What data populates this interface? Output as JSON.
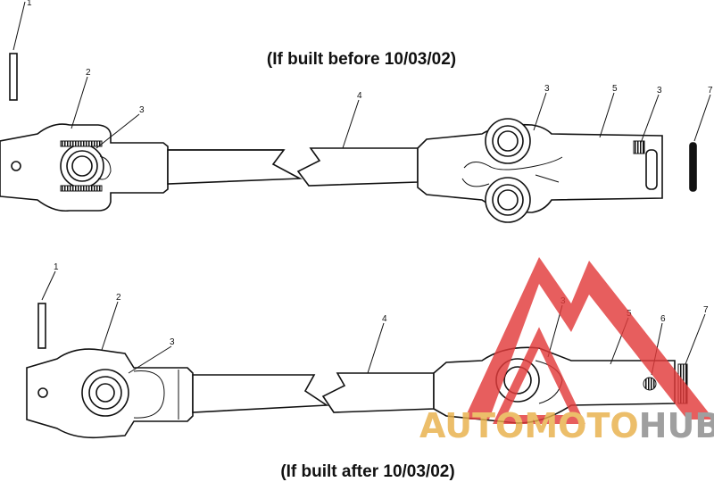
{
  "captions": {
    "top": "(If built before 10/03/02)",
    "bottom": "(If built after 10/03/02)"
  },
  "top_callouts": [
    "1",
    "2",
    "3",
    "4",
    "3",
    "5",
    "3",
    "7"
  ],
  "bottom_callouts": [
    "1",
    "2",
    "3",
    "4",
    "3",
    "5",
    "6",
    "7"
  ],
  "watermark": {
    "part1": "AUTO",
    "part2": "MOTO",
    "part3": "HUB",
    "color_red": "#e23b3b",
    "color_gray": "#8a8a8a"
  }
}
